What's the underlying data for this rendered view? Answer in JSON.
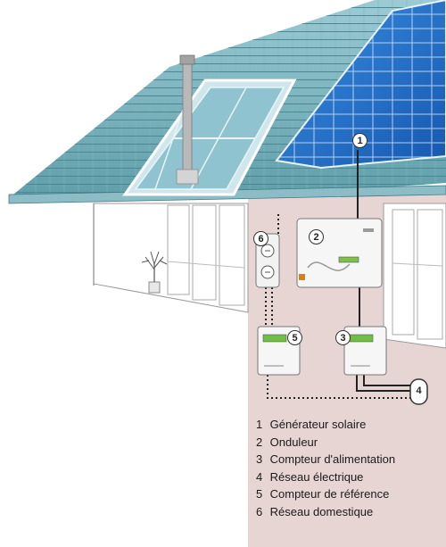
{
  "badges": {
    "b1": "1",
    "b2": "2",
    "b3": "3",
    "b4": "4",
    "b5": "5",
    "b6": "6"
  },
  "legend": [
    {
      "num": "1",
      "label": "Générateur solaire"
    },
    {
      "num": "2",
      "label": "Onduleur"
    },
    {
      "num": "3",
      "label": "Compteur d'alimentation"
    },
    {
      "num": "4",
      "label": "Réseau électrique"
    },
    {
      "num": "5",
      "label": "Compteur de référence"
    },
    {
      "num": "6",
      "label": "Réseau domestique"
    }
  ],
  "colors": {
    "panel_highlight": "#e6d5d3",
    "roof_tile": "#6aa9b6",
    "solar_panel": "#1f6fc6",
    "wall": "#ffffff",
    "line": "#333333"
  }
}
